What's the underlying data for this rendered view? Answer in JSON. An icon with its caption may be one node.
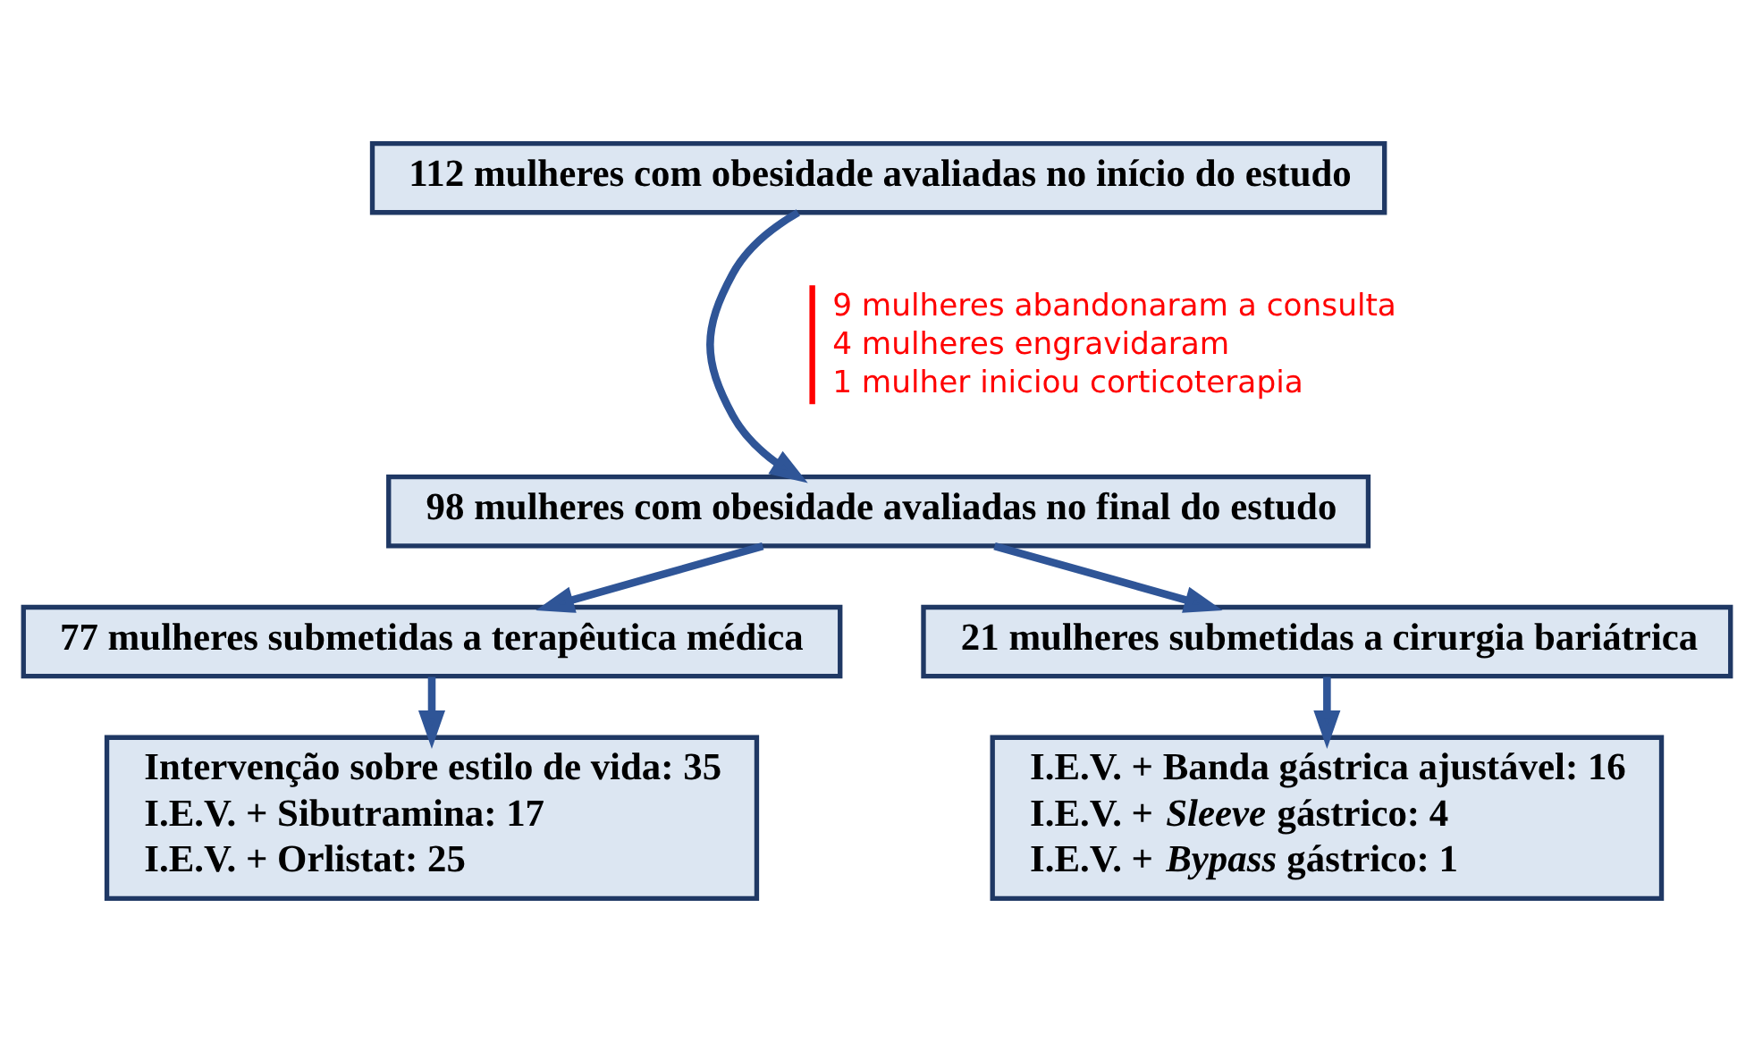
{
  "diagram": {
    "nodes": [
      {
        "text": [
          "112 mulheres com obesidade avaliadas no início do estudo"
        ]
      },
      {
        "text": [
          "98 mulheres com obesidade avaliadas no final do estudo"
        ]
      },
      {
        "text": [
          "77 mulheres submetidas a terapêutica médica"
        ]
      },
      {
        "text": [
          "21 mulheres submetidas a cirurgia bariátrica"
        ]
      },
      {
        "text": [
          "Intervenção sobre estilo de vida: 35",
          "I.E.V. + Sibutramina: 17",
          "I.E.V. + Orlistat: 25"
        ]
      },
      {
        "text": [
          "I.E.V. + Banda gástrica ajustável: 16",
          "I.E.V. + *Sleeve* gástrico: 4",
          "I.E.V. + *Bypass* gástrico: 1"
        ]
      }
    ],
    "edges": [
      {
        "from": 0,
        "to": 1,
        "arrow": "to"
      },
      {
        "from": 1,
        "to": 2,
        "arrow": "to"
      },
      {
        "from": 1,
        "to": 3,
        "arrow": "to"
      },
      {
        "from": 2,
        "to": 4,
        "arrow": "to"
      },
      {
        "from": 3,
        "to": 5,
        "arrow": "to"
      }
    ],
    "labels": [
      "9 mulheres abandonaram a consulta",
      "4 mulheres engravidaram",
      "1 mulher iniciou corticoterapia"
    ]
  }
}
